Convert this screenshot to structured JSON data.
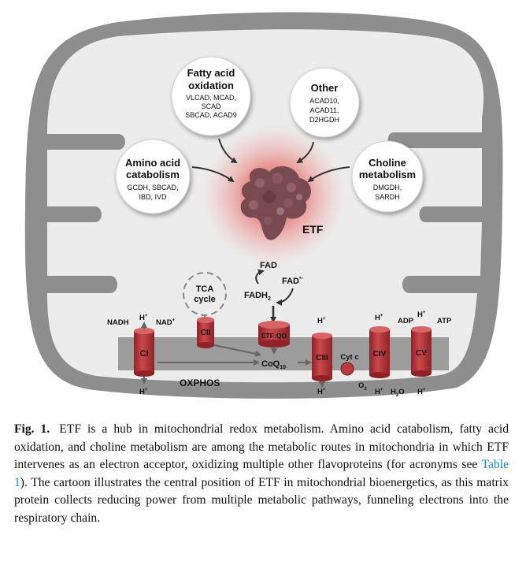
{
  "diagram": {
    "pathways": [
      {
        "title_lines": [
          "Fatty acid",
          "oxidation"
        ],
        "enzymes": [
          "VLCAD, MCAD,",
          "SCAD",
          "SBCAD, ACAD9"
        ]
      },
      {
        "title_lines": [
          "Other"
        ],
        "enzymes": [
          "ACAD10,",
          "ACAD11,",
          "D2HGDH"
        ]
      },
      {
        "title_lines": [
          "Amino acid",
          "catabolism"
        ],
        "enzymes": [
          "GCDH, SBCAD,",
          "IBD, IVD"
        ]
      },
      {
        "title_lines": [
          "Choline",
          "metabolism"
        ],
        "enzymes": [
          "DMGDH,",
          "SARDH"
        ]
      }
    ],
    "etf_label": "ETF",
    "fad_label": "FAD",
    "fad_radical_main": "FAD",
    "fad_radical_sup": "•-",
    "fadh2_main": "FADH",
    "fadh2_sub": "2",
    "tca_line1": "TCA",
    "tca_line2": "cycle",
    "complexes": {
      "ci": "CI",
      "cii": "CII",
      "ciii": "CIII",
      "civ": "CIV",
      "cv": "CV"
    },
    "etfqo": "ETF:QO",
    "coq_main": "CoQ",
    "coq_sub": "10",
    "cytc": "Cyt c",
    "oxphos": "OXPHOS",
    "nadh": "NADH",
    "nad_main": "NAD",
    "nad_sup": "+",
    "adp": "ADP",
    "atp": "ATP",
    "h_main": "H",
    "h_sup": "+",
    "o2_main": "O",
    "o2_sub": "2",
    "h2o_a": "H",
    "h2o_sub": "2",
    "h2o_b": "O",
    "colors": {
      "membrane": "#8c8c8c",
      "matrix": "#ededed",
      "complex": "#b83a3e",
      "glow": "#e0403c",
      "protein": "#7a4a52"
    }
  },
  "caption": {
    "label": "Fig. 1.",
    "text_before_link": "ETF is a hub in mitochondrial redox metabolism. Amino acid catabolism, fatty acid oxidation, and choline metabolism are among the metabolic routes in mitochondria in which ETF intervenes as an electron acceptor, oxidizing multiple other flavoproteins (for acronyms see",
    "link": "Table 1",
    "text_after_link": "). The cartoon illustrates the central position of ETF in mitochondrial bioenergetics, as this matrix protein collects reducing power from multiple metabolic pathways, funneling electrons into the respiratory chain."
  }
}
